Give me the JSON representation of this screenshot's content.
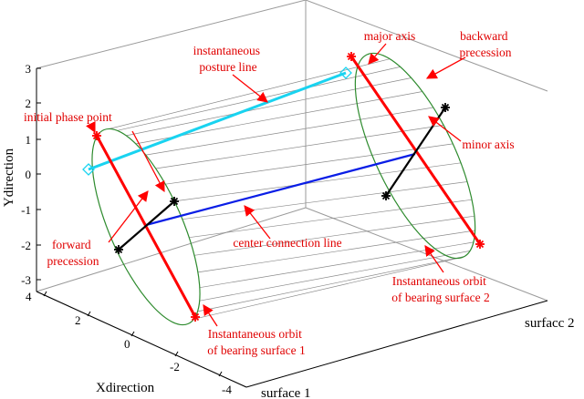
{
  "axes": {
    "y_label": "Ydirection",
    "x_label": "Xdirection",
    "z_label_start": "surface 1",
    "z_label_end": "surfacc 2",
    "y_ticks": [
      "3",
      "2",
      "1",
      "0",
      "-1",
      "-2",
      "-3"
    ],
    "x_ticks": [
      "4",
      "2",
      "0",
      "-2",
      "-4"
    ]
  },
  "annotations": {
    "instantaneous_posture_line": [
      "instantaneous",
      "posture line"
    ],
    "major_axis": "major axis",
    "backward_precession": [
      "backward",
      "precession"
    ],
    "initial_phase_point": "initial phase point",
    "minor_axis": "minor axis",
    "forward_precession": [
      "forward",
      "precession"
    ],
    "center_connection_line": "center connection line",
    "orbit_surface_2": [
      "Instantaneous orbit",
      "of bearing surface 2"
    ],
    "orbit_surface_1": [
      "Instantaneous orbit",
      "of bearing surface 1"
    ]
  },
  "colors": {
    "orbit": "#2e8b2e",
    "major_axis": "#ff0000",
    "minor_axis": "#000000",
    "posture_line": "#19d3f0",
    "center_line": "#0a1ee6",
    "generators": "#8a8a8a",
    "annotation": "#e00000",
    "box": "#9a9a9a"
  }
}
